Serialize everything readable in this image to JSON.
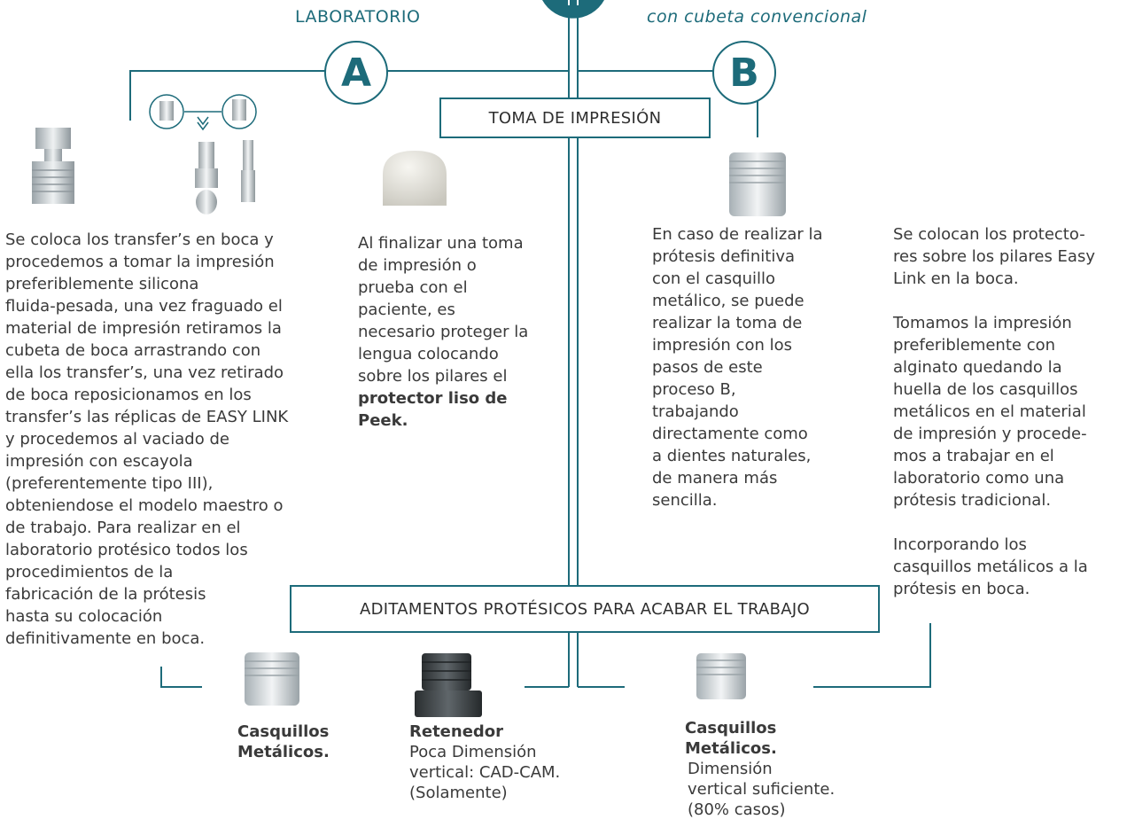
{
  "header": {
    "left_label": "LABORATORIO",
    "right_label": "con cubeta convencional"
  },
  "circles": {
    "a": "A",
    "b": "B"
  },
  "boxes": {
    "impression": "TOMA DE IMPRESIÓN",
    "attachments": "ADITAMENTOS PROTÉSICOS PARA ACABAR EL TRABAJO"
  },
  "texts": {
    "left_lines": [
      "Se coloca los transfer’s en boca y",
      "procedemos a tomar la impresión",
      "preferiblemente silicona",
      "fluida-pesada, una vez fraguado el",
      "material de impresión retiramos la",
      "cubeta de boca arrastrando con",
      "ella los transfer’s, una vez retirado",
      "de boca reposicionamos en los",
      "transfer’s las réplicas de EASY LINK",
      "y procedemos al vaciado de",
      "impresión con escayola",
      "(preferentemente tipo III),",
      "obteniendose el modelo maestro o",
      "de trabajo. Para realizar en el",
      "laboratorio protésico todos los",
      "procedimientos de la",
      "fabricación de la prótesis",
      "hasta su colocación",
      "definitivamente en boca."
    ],
    "peek_lines": [
      "Al finalizar una toma",
      "de impresión o",
      "prueba con el",
      "paciente, es",
      "necesario proteger la",
      "lengua colocando",
      "sobre los pilares el"
    ],
    "peek_bold_1": "protector liso de",
    "peek_bold_2": "Peek.",
    "b_lines": [
      "En caso de realizar la",
      "prótesis definitiva",
      "con el casquillo",
      "metálico, se puede",
      "realizar la toma de",
      "impresión con los",
      "pasos de este",
      "proceso B,",
      "trabajando",
      "directamente como",
      "a dientes naturales,",
      "de manera más",
      "sencilla."
    ],
    "right_p1": [
      "Se colocan los protecto-",
      "res sobre los pilares Easy",
      "Link en la boca."
    ],
    "right_p2": [
      "Tomamos la impresión",
      "preferiblemente con",
      "alginato quedando la",
      "huella de los casquillos",
      "metálicos en el material",
      "de impresión y procede-",
      "mos a trabajar en el",
      "laboratorio como una",
      "prótesis tradicional."
    ],
    "right_p3": [
      "Incorporando los",
      "casquillos metálicos a la",
      "prótesis en boca."
    ]
  },
  "products": {
    "p1": {
      "title_1": "Casquillos",
      "title_2": "Metálicos."
    },
    "p2": {
      "title": "Retenedor",
      "desc_1": "Poca Dimensión",
      "desc_2": "vertical: CAD-CAM.",
      "desc_3": "(Solamente)"
    },
    "p3": {
      "title_1": "Casquillos",
      "title_2": "Metálicos.",
      "desc_1": "Dimensión",
      "desc_2": "vertical suficiente.",
      "desc_3": "(80% casos)"
    }
  },
  "colors": {
    "accent": "#1d6b7a",
    "text": "#3a3a3a"
  }
}
